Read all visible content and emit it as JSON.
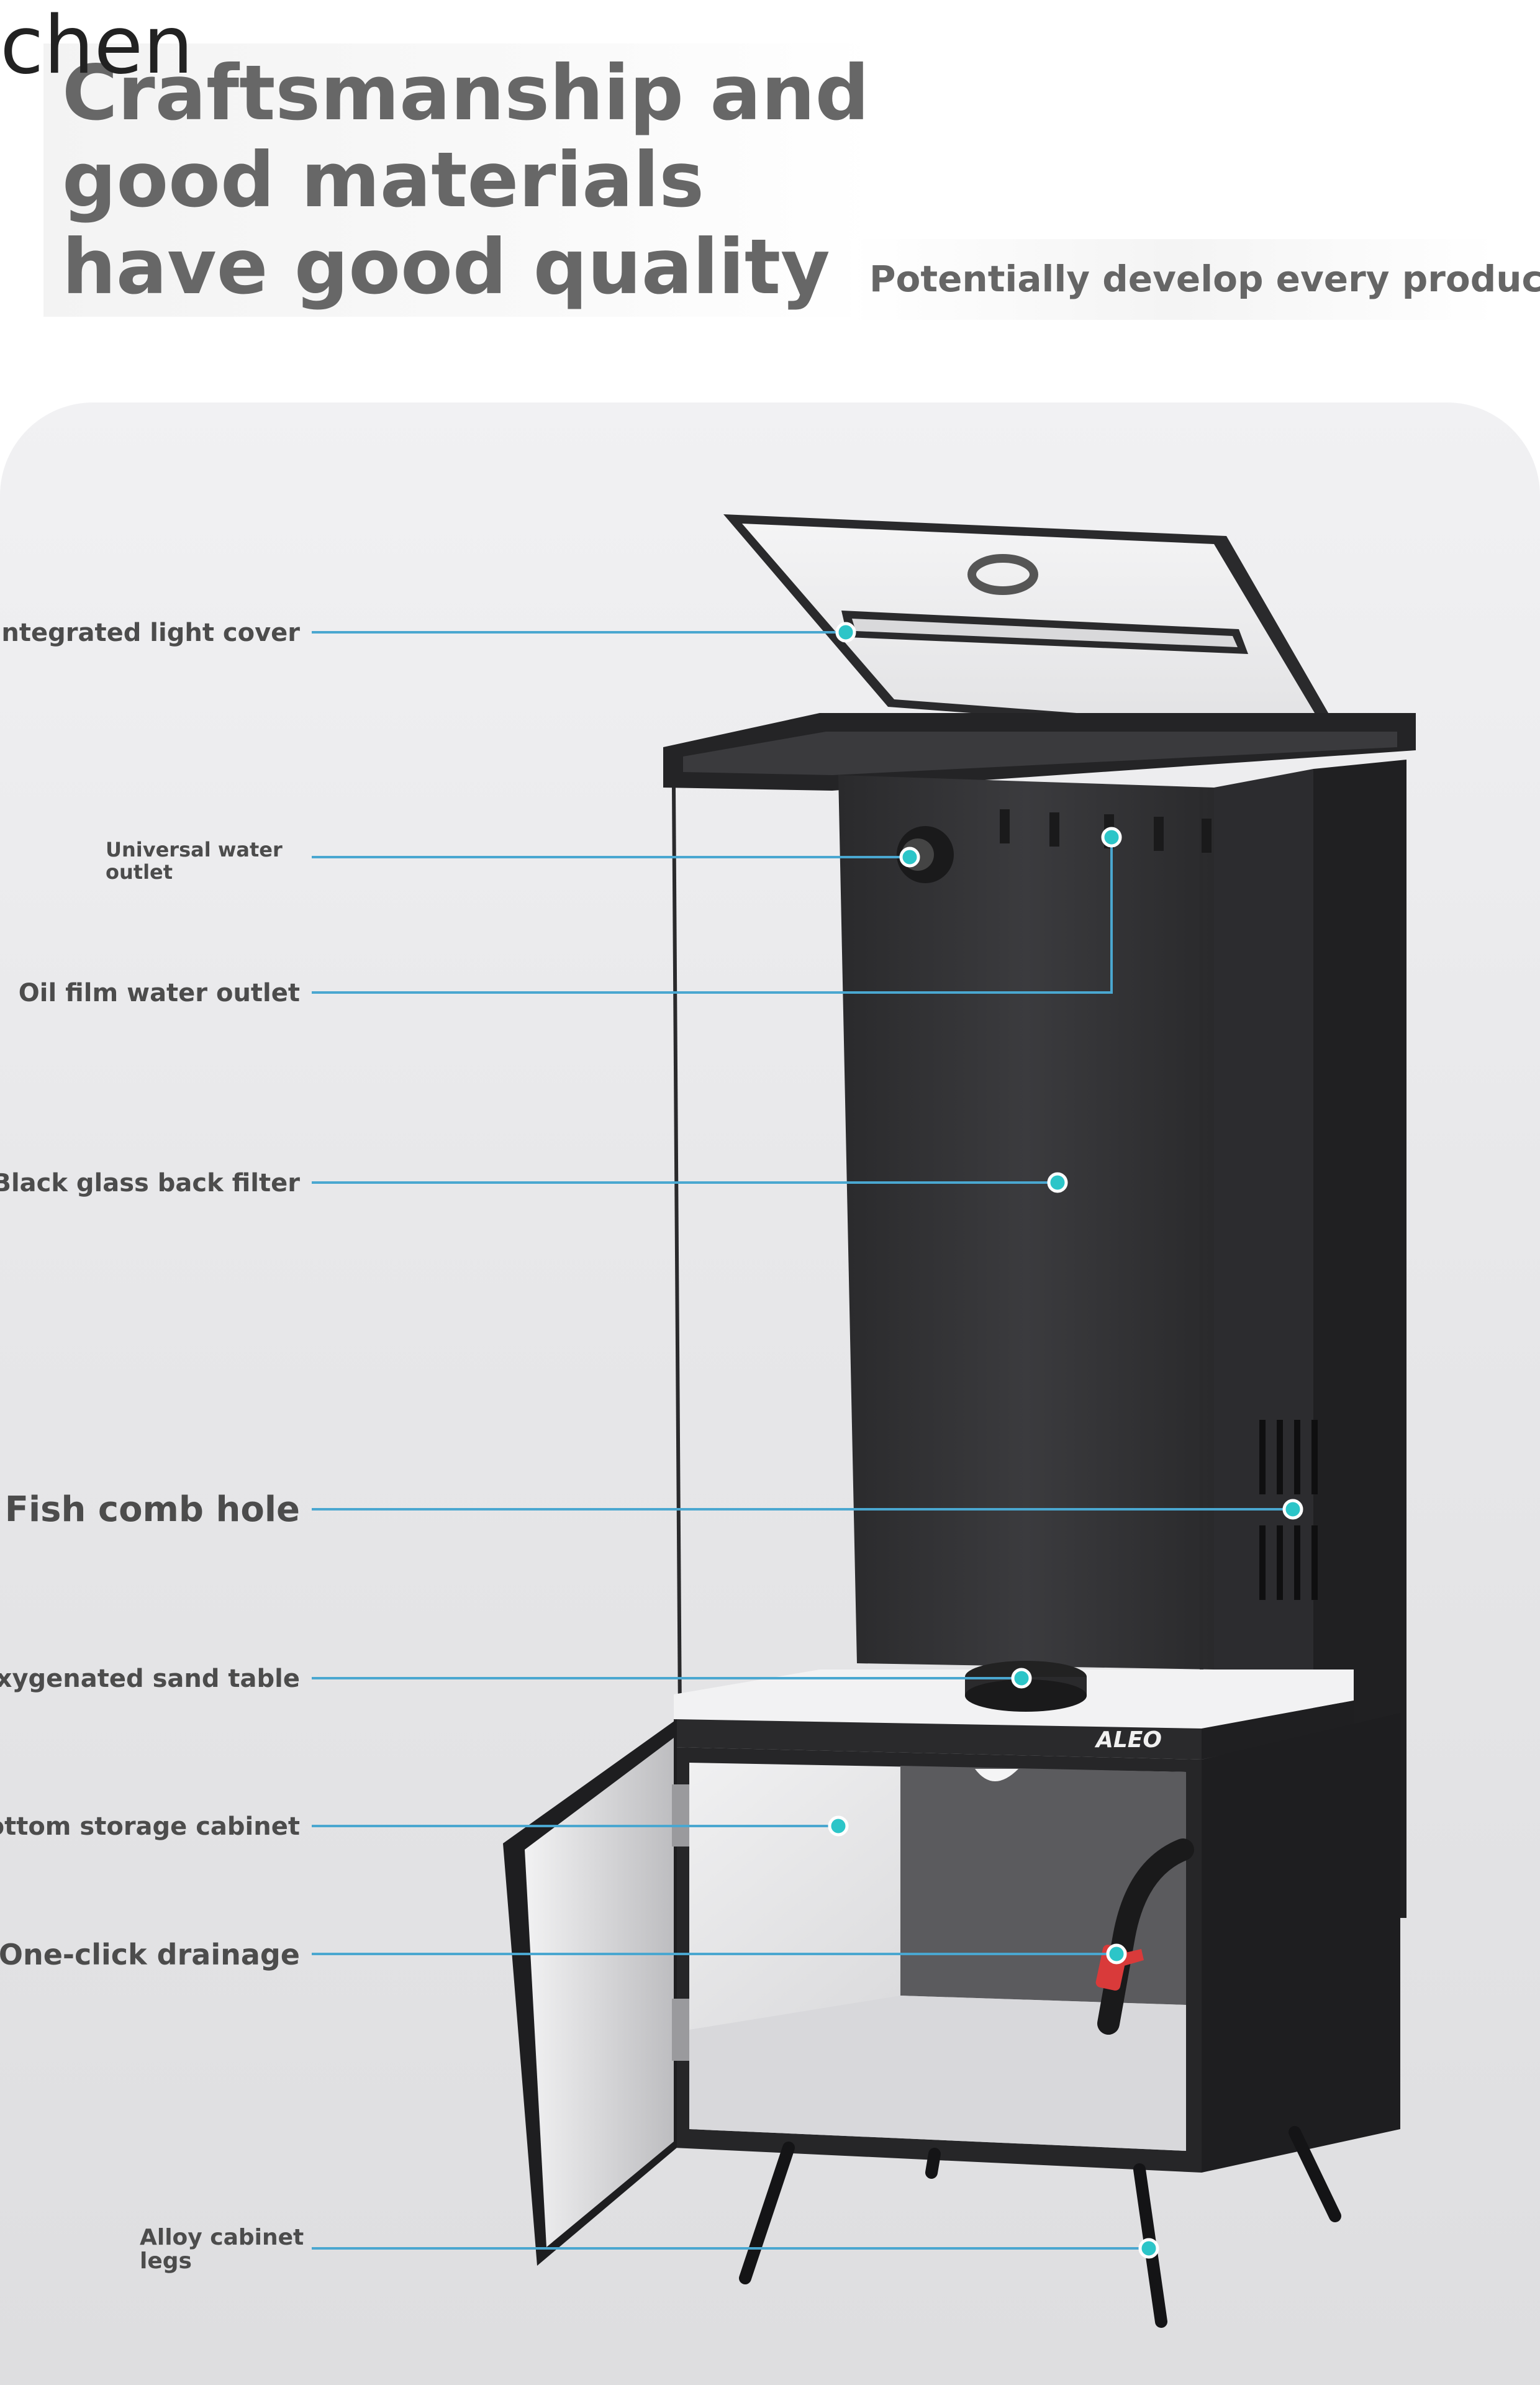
{
  "watermark": "chen",
  "headline": "Craftsmanship and\ngood materials\nhave good quality",
  "subline": "Potentially develop every product",
  "brand_mark": "ALEO",
  "colors": {
    "callout_line": "#4aa7d0",
    "callout_dot": "#2cc5c8",
    "cabinet_black": "#262628",
    "panel_gray": "#e6e6e8",
    "headline_gray": "#676767",
    "drain_valve": "#e43b3b"
  },
  "callouts": [
    {
      "label": "Integrated light cover"
    },
    {
      "label": "Universal water\noutlet"
    },
    {
      "label": "Oil film water outlet"
    },
    {
      "label": "Black glass back filter"
    },
    {
      "label": "Fish comb hole"
    },
    {
      "label": "Oxygenated sand table"
    },
    {
      "label": "Bottom storage cabinet"
    },
    {
      "label": "One-click drainage"
    },
    {
      "label": "Alloy cabinet\nlegs"
    }
  ]
}
